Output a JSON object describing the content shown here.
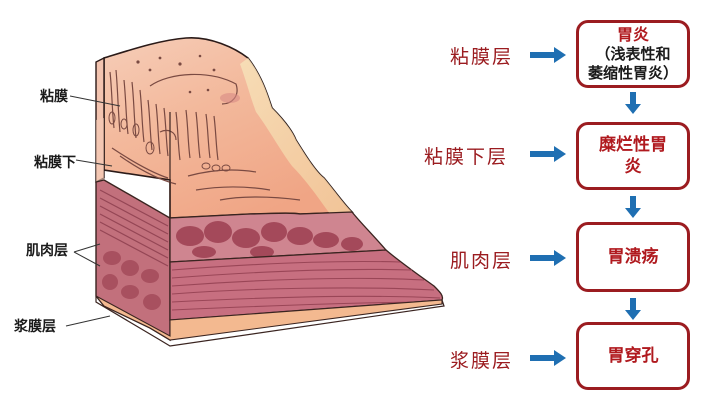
{
  "diagram": {
    "illustration": {
      "name": "stomach-wall-cross-section",
      "labels": [
        {
          "id": "mucosa",
          "text": "粘膜"
        },
        {
          "id": "submucosa",
          "text": "粘膜下"
        },
        {
          "id": "muscularis",
          "text": "肌肉层"
        },
        {
          "id": "serosa",
          "text": "浆膜层"
        }
      ]
    },
    "flow": {
      "layers": [
        {
          "label": "粘膜层",
          "condition_title": "胃炎",
          "condition_sub_1": "（浅表性和",
          "condition_sub_2": "萎缩性胃炎）"
        },
        {
          "label": "粘膜下层",
          "condition_title": "糜烂性胃",
          "condition_title_2": "炎"
        },
        {
          "label": "肌肉层",
          "condition_title": "胃溃疡"
        },
        {
          "label": "浆膜层",
          "condition_title": "胃穿孔"
        }
      ]
    },
    "colors": {
      "label_red": "#9b1c20",
      "box_border": "#9b1c20",
      "arrow_blue": "#1f6fb2",
      "mucosa_pink": "#f4c2ae",
      "muscle_mauve": "#b9606f"
    }
  }
}
